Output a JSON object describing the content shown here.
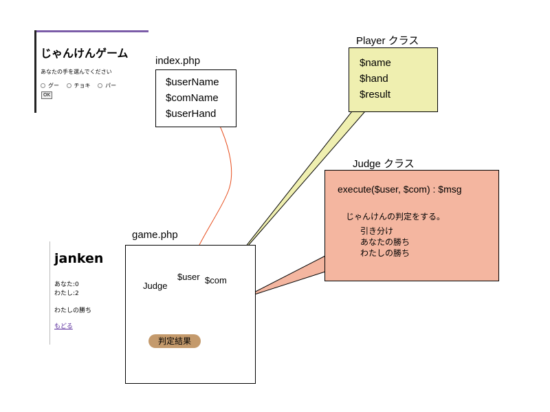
{
  "form_thumbnail": {
    "title": "じゃんけんゲーム",
    "prompt": "あなたの手を選んでください",
    "options": [
      "グー",
      "チョキ",
      "パー"
    ],
    "ok_button": "OK"
  },
  "result_thumbnail": {
    "title": "janken",
    "you_score": "あなた:0",
    "me_score": "わたし:2",
    "message": "わたしの勝ち",
    "back_link": "もどる"
  },
  "index_php": {
    "label": "index.php",
    "vars": [
      "$userName",
      "$comName",
      "$userHand"
    ]
  },
  "player_class": {
    "label": "Player クラス",
    "props": [
      "$name",
      "$hand",
      "$result"
    ],
    "color": "#efefb0"
  },
  "judge_class": {
    "label": "Judge クラス",
    "signature": "execute($user, $com) : $msg",
    "description": "じゃんけんの判定をする。",
    "results": [
      "引き分け",
      "あなたの勝ち",
      "わたしの勝ち"
    ],
    "color": "#f4b6a0"
  },
  "game_php": {
    "label": "game.php",
    "judge_label": "Judge",
    "user_label": "$user",
    "com_label": "$com",
    "result_label": "判定結果"
  }
}
